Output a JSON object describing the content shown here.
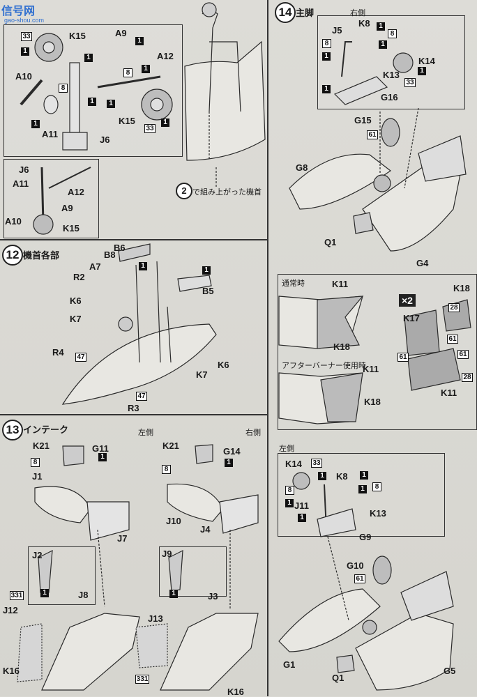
{
  "watermark": {
    "logo": "信号网",
    "url": "gao-shou.com"
  },
  "steps": {
    "s14": {
      "num": "14",
      "title": "主脚",
      "right_side": "右側",
      "left_side": "左側"
    },
    "s12": {
      "num": "12",
      "title": "機首各部"
    },
    "s13": {
      "num": "13",
      "title": "インテーク",
      "left_side": "左側",
      "right_side": "右側"
    },
    "s2": {
      "num": "2",
      "caption": "で組み上がった機首"
    }
  },
  "notes": {
    "normal": "通常時",
    "afterburner": "アフターバーナー使用時",
    "x2": "×2"
  },
  "labels": {
    "K15a": "K15",
    "A9a": "A9",
    "A12a": "A12",
    "A10a": "A10",
    "A11a": "A11",
    "J6a": "J6",
    "K15b": "K15",
    "J6b": "J6",
    "A11b": "A11",
    "A12b": "A12",
    "A9b": "A9",
    "A10b": "A10",
    "K15c": "K15",
    "B6": "B6",
    "B8": "B8",
    "A7": "A7",
    "R2": "R2",
    "K6a": "K6",
    "K7a": "K7",
    "B5": "B5",
    "R4": "R4",
    "K7b": "K7",
    "K6b": "K6",
    "R3": "R3",
    "K21a": "K21",
    "G11": "G11",
    "J1": "J1",
    "J7": "J7",
    "J2": "J2",
    "J8": "J8",
    "J12": "J12",
    "K16a": "K16",
    "K21b": "K21",
    "G14": "G14",
    "J10": "J10",
    "J4": "J4",
    "J9": "J9",
    "J3": "J3",
    "J13": "J13",
    "K16b": "K16",
    "J5": "J5",
    "K8a": "K8",
    "K14a": "K14",
    "K13a": "K13",
    "G16": "G16",
    "G15": "G15",
    "G8": "G8",
    "Q1a": "Q1",
    "G4": "G4",
    "K11a": "K11",
    "K18a": "K18",
    "K11b": "K11",
    "K18b": "K18",
    "K18c": "K18",
    "K17": "K17",
    "K11c": "K11",
    "K14b": "K14",
    "K8b": "K8",
    "J11": "J11",
    "K13b": "K13",
    "G9": "G9",
    "G10": "G10",
    "G1": "G1",
    "Q1b": "Q1",
    "G5": "G5"
  },
  "colors": {
    "c33": "33",
    "c8": "8",
    "c1": "1",
    "c47": "47",
    "c61": "61",
    "c28": "28",
    "c331": "331"
  }
}
